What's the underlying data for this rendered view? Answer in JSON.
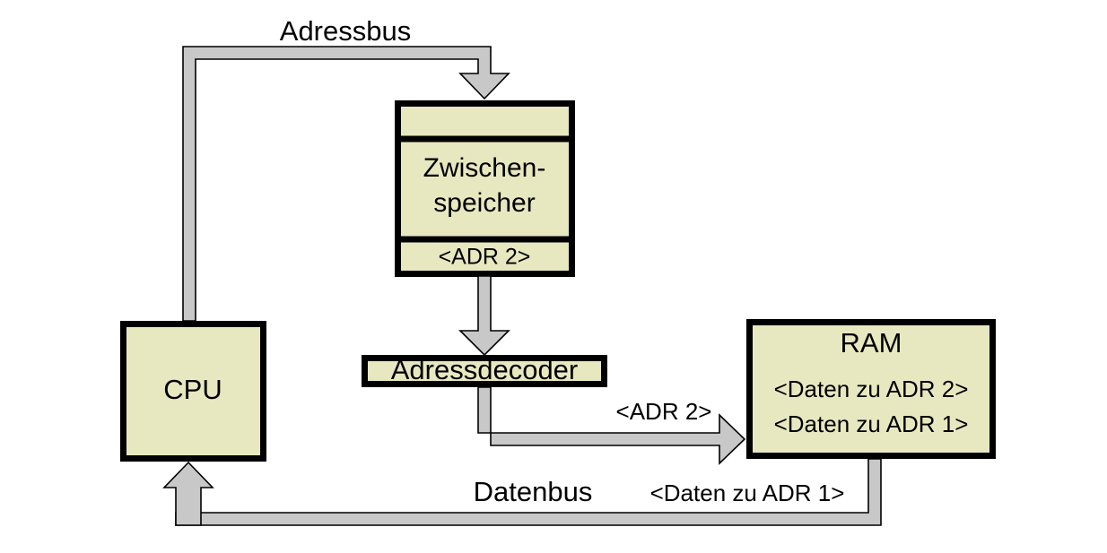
{
  "diagram": {
    "title_visible": false,
    "colors": {
      "box_fill": "#e8e8c0",
      "box_stroke": "#000000",
      "bus_fill": "#c8c8c8",
      "bus_stroke": "#000000",
      "background": "#ffffff",
      "text": "#000000"
    },
    "labels": {
      "address_bus": "Adressbus",
      "data_bus": "Datenbus",
      "data_bus_payload": "<Daten zu ADR 1>",
      "adr2_arrow": "<ADR 2>"
    },
    "nodes": {
      "cpu": {
        "label": "CPU"
      },
      "buffer": {
        "line1": "Zwischen-",
        "line2": "speicher",
        "top_section": "",
        "bottom_section": "<ADR 2>"
      },
      "address_decoder": {
        "label": "Adressdecoder"
      },
      "ram": {
        "title": "RAM",
        "row1": "<Daten zu ADR 2>",
        "row2": "<Daten zu ADR 1>"
      }
    },
    "connections": [
      {
        "name": "address-bus",
        "from": "cpu",
        "to": "buffer",
        "label": "Adressbus",
        "direction": "up-right-down"
      },
      {
        "name": "buffer-to-decoder",
        "from": "buffer",
        "to": "address-decoder",
        "label": "",
        "direction": "down"
      },
      {
        "name": "decoder-to-ram",
        "from": "address-decoder",
        "to": "ram",
        "label": "<ADR 2>",
        "direction": "down-right"
      },
      {
        "name": "data-bus",
        "from": "ram",
        "to": "cpu",
        "label": "Datenbus",
        "direction": "down-left-up"
      }
    ]
  }
}
